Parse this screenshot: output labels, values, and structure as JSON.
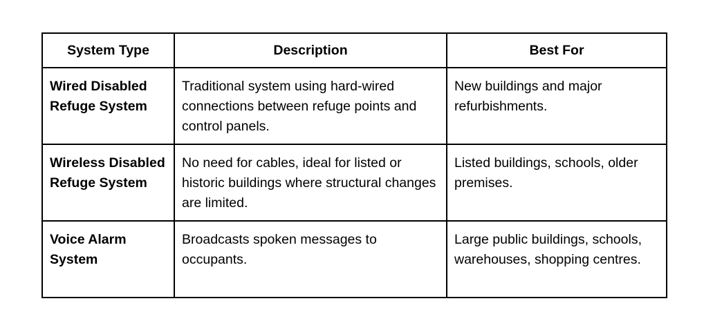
{
  "table": {
    "headers": [
      "System Type",
      "Description",
      "Best For"
    ],
    "rows": [
      {
        "system_type": "Wired Disabled Refuge System",
        "description": "Traditional system using hard-wired connections between refuge points and control panels.",
        "best_for": "New buildings and major refurbishments."
      },
      {
        "system_type": "Wireless Disabled Refuge System",
        "description": "No need for cables, ideal for listed or historic buildings where structural changes are limited.",
        "best_for": "Listed buildings, schools, older premises."
      },
      {
        "system_type": "Voice Alarm System",
        "description": "Broadcasts spoken messages to occupants.",
        "best_for": "Large public buildings, schools, warehouses, shopping centres."
      }
    ]
  }
}
